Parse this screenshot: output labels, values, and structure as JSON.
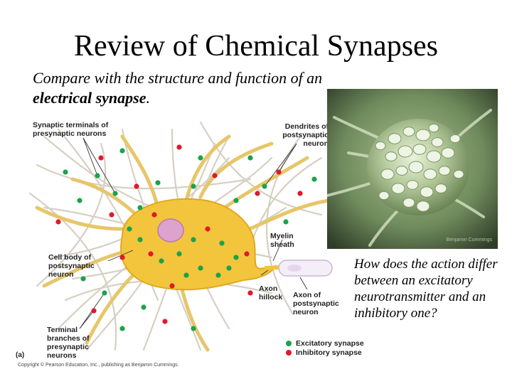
{
  "slide": {
    "title": "Review of Chemical Synapses",
    "subtitle_lead": "Compare with the structure and function of an ",
    "subtitle_bold": "electrical synapse",
    "subtitle_end": ".",
    "question": "How does the action differ between an excitatory neurotransmitter and an inhibitory one?"
  },
  "diagram": {
    "panel_letter": "(a)",
    "labels": {
      "synaptic_terminals": "Synaptic terminals of presynaptic neurons",
      "dendrites": "Dendrites of postsynaptic neuron",
      "myelin_sheath": "Myelin sheath",
      "cell_body": "Cell body of postsynaptic neuron",
      "axon_hillock": "Axon hillock",
      "axon": "Axon of postsynaptic neuron",
      "terminal_branches": "Terminal branches of presynaptic neurons"
    },
    "legend": [
      {
        "label": "Excitatory synapse",
        "color": "#1aa34a"
      },
      {
        "label": "Inhibitory synapse",
        "color": "#e0192c"
      }
    ],
    "copyright": "Copyright © Pearson Education, Inc., publishing as Benjamin Cummings."
  },
  "micrograph": {
    "credit": "Benjamin Cummings"
  },
  "colors": {
    "cell_body": "#f2c53d",
    "dendrite": "#e8cf86",
    "presynaptic_fiber": "#d9d4c8",
    "nucleus": "#d9a8c8",
    "excitatory": "#1aa34a",
    "inhibitory": "#e0192c",
    "micrograph": "#7f9c6a"
  }
}
